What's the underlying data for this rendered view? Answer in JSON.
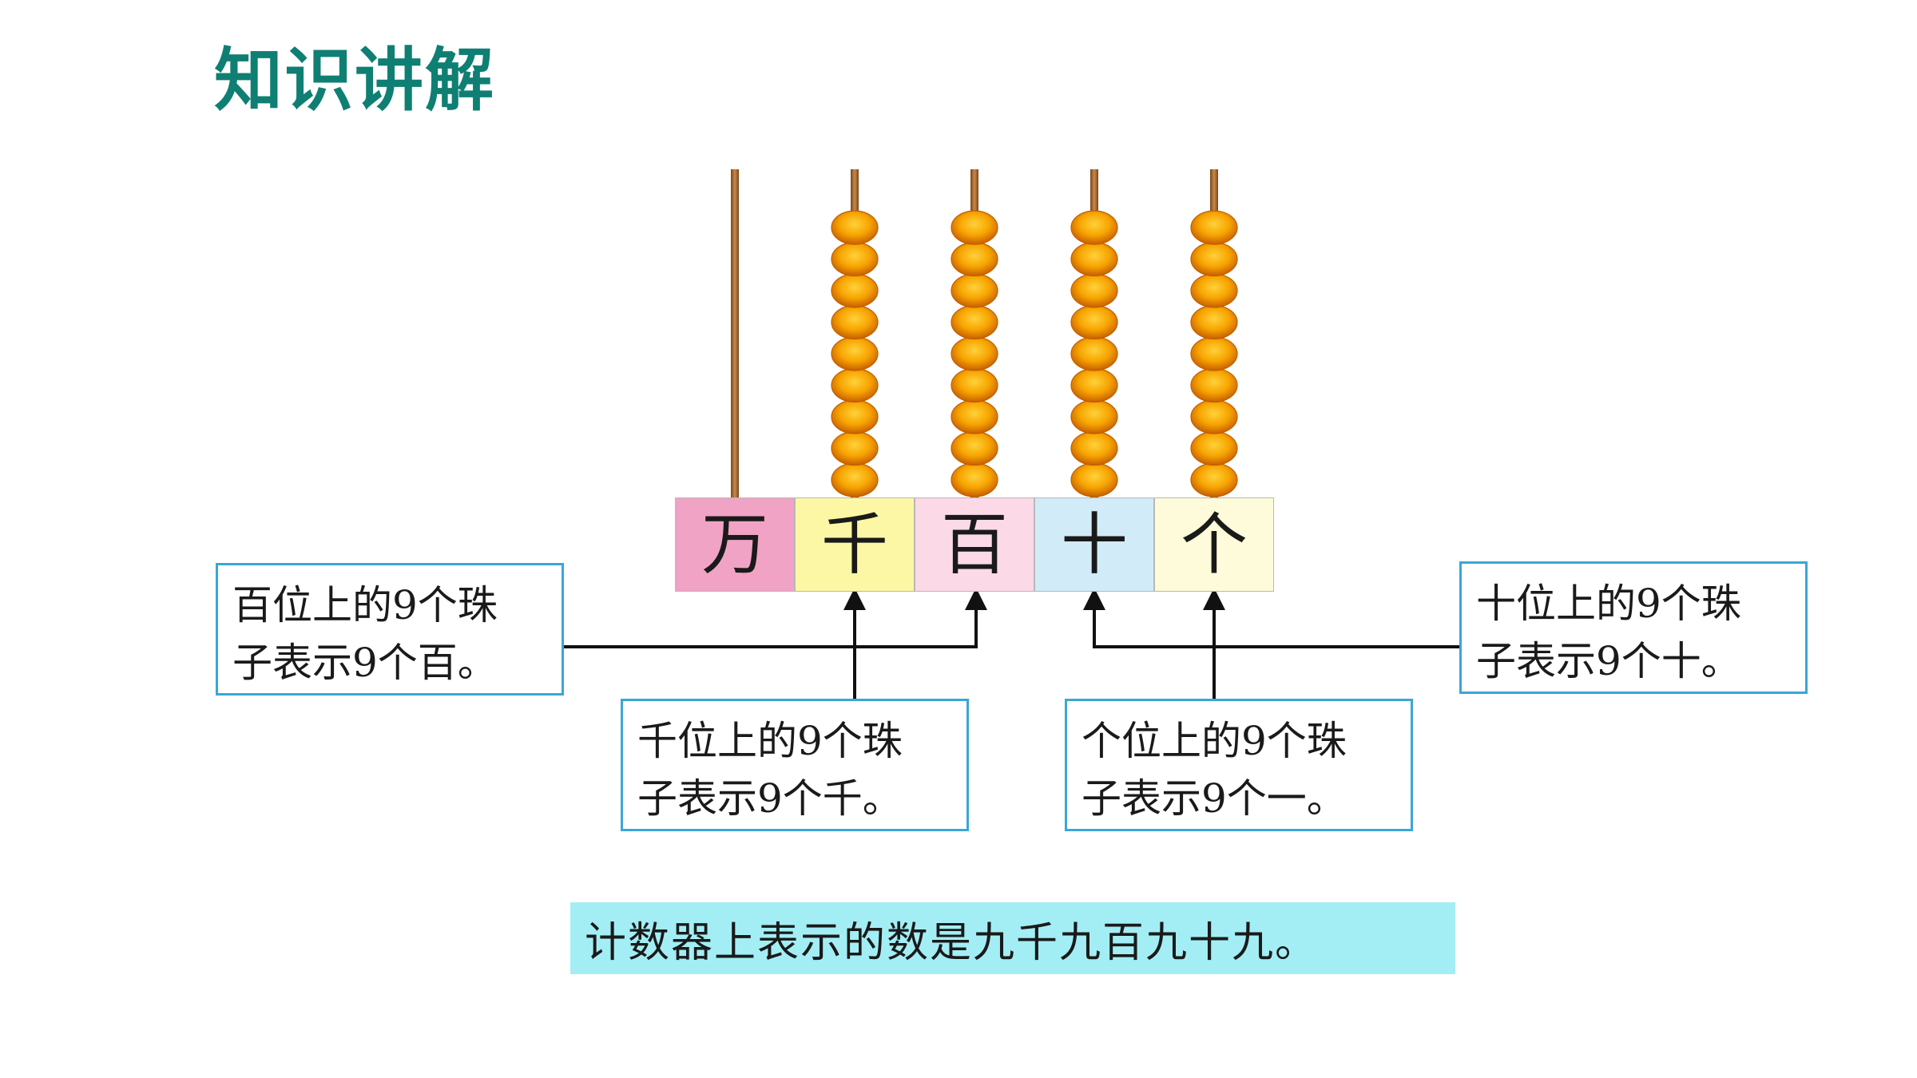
{
  "header": {
    "title": "知识讲解"
  },
  "abacus": {
    "rods": [
      {
        "place": "万",
        "beads": 0,
        "label_color": "#f0a3c5"
      },
      {
        "place": "千",
        "beads": 9,
        "label_color": "#fbf7a5"
      },
      {
        "place": "百",
        "beads": 9,
        "label_color": "#fbd9e7"
      },
      {
        "place": "十",
        "beads": 9,
        "label_color": "#d2ebf8"
      },
      {
        "place": "个",
        "beads": 9,
        "label_color": "#fdfbd9"
      }
    ],
    "bead_color": "#f49a00",
    "rod_color": "#a5672a"
  },
  "callouts": {
    "hundreds": "百位上的9个珠\n子表示9个百。",
    "thousands": "千位上的9个珠\n子表示9个千。",
    "ones": "个位上的9个珠\n子表示9个一。",
    "tens": "十位上的9个珠\n子表示9个十。"
  },
  "summary": {
    "text": "计数器上表示的数是九千九百九十九。"
  },
  "colors": {
    "title": "#0f7f73",
    "callout_border": "#3aa6d8",
    "summary_bg": "#a3eef5"
  }
}
